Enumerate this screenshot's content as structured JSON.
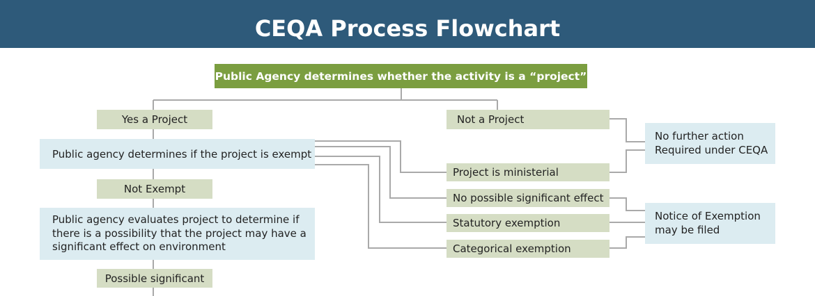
{
  "header": {
    "title": "CEQA Process Flowchart"
  },
  "colors": {
    "header_bg": "#2e5a7a",
    "decision_green": "#7b9e40",
    "step_tan": "#d5ddc4",
    "process_blue": "#dcecf1",
    "connector": "#a9a9a9"
  },
  "nodes": {
    "root": "Public Agency determines whether the activity is a “project”",
    "yes_project": "Yes a Project",
    "not_project": "Not a Project",
    "exempt_check": "Public agency determines if the project is exempt",
    "not_exempt": "Not Exempt",
    "evaluate": [
      "Public agency evaluates project to determine if",
      "there is a possibility that the project may have a",
      "significant effect on environment"
    ],
    "possible_significant": "Possible significant",
    "ministerial": "Project is ministerial",
    "no_effect": "No possible significant effect",
    "statutory": "Statutory exemption",
    "categorical": "Categorical exemption",
    "no_further": [
      "No further action",
      "Required under CEQA"
    ],
    "notice": [
      "Notice of Exemption",
      "may be filed"
    ]
  }
}
